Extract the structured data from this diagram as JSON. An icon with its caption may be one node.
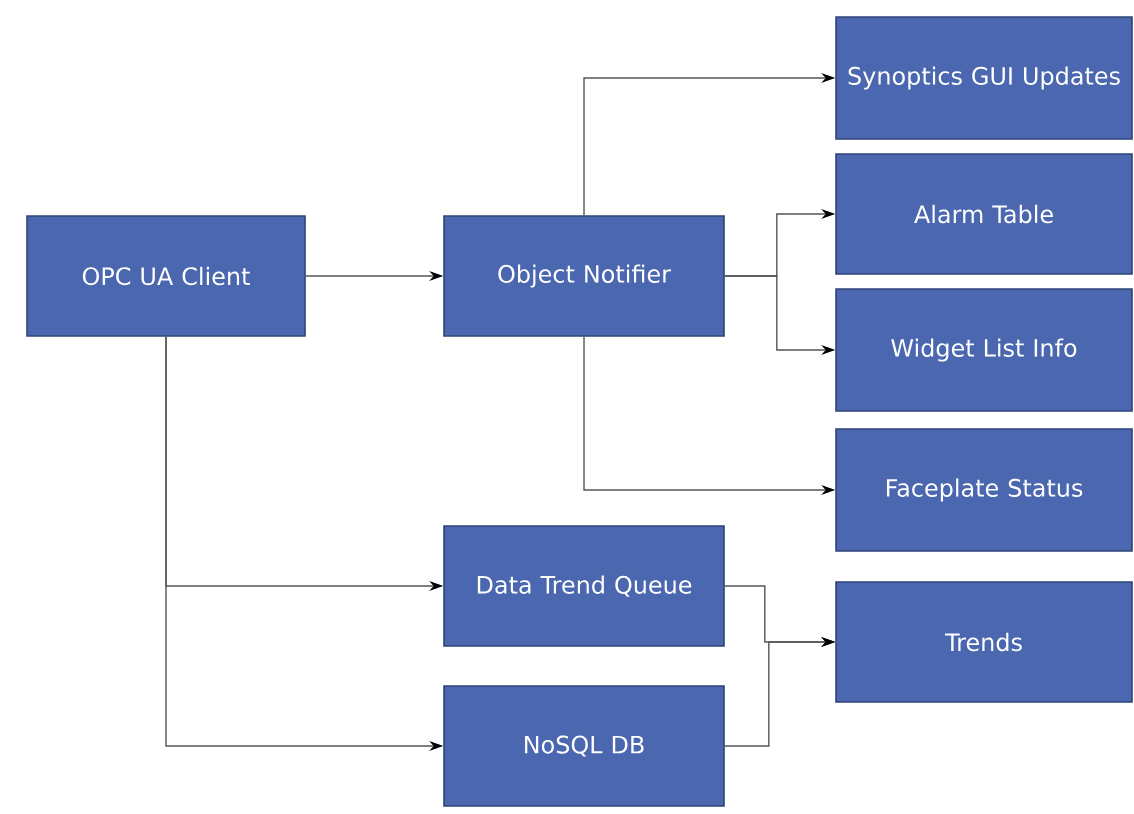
{
  "diagram": {
    "nodes": [
      {
        "text": [
          "OPC UA Client"
        ]
      },
      {
        "text": [
          "Object Notifier"
        ]
      },
      {
        "text": [
          "Synoptics GUI Updates"
        ]
      },
      {
        "text": [
          "Alarm Table"
        ]
      },
      {
        "text": [
          "Widget List Info"
        ]
      },
      {
        "text": [
          "Faceplate Status"
        ]
      },
      {
        "text": [
          "Data Trend Queue"
        ]
      },
      {
        "text": [
          "Trends"
        ]
      },
      {
        "text": [
          "NoSQL DB"
        ]
      }
    ],
    "edges": [
      {
        "from": 0,
        "to": 1,
        "arrow": "to"
      },
      {
        "from": 0,
        "to": 6,
        "arrow": "to"
      },
      {
        "from": 0,
        "to": 8,
        "arrow": "to"
      },
      {
        "from": 1,
        "to": 2,
        "arrow": "to"
      },
      {
        "from": 1,
        "to": 3,
        "arrow": "to"
      },
      {
        "from": 1,
        "to": 4,
        "arrow": "to"
      },
      {
        "from": 1,
        "to": 5,
        "arrow": "to"
      },
      {
        "from": 6,
        "to": 7,
        "arrow": "to"
      },
      {
        "from": 8,
        "to": 7,
        "arrow": "to"
      }
    ]
  }
}
